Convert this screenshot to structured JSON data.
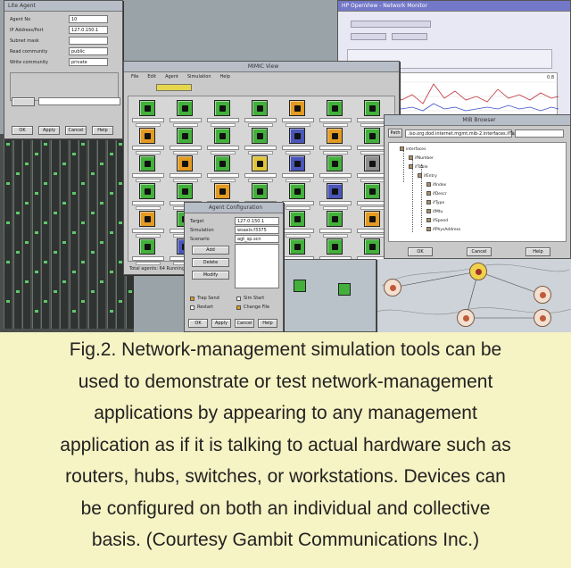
{
  "windows": {
    "agent": {
      "title": "Lite Agent",
      "fields": [
        {
          "label": "Agent No",
          "value": "10"
        },
        {
          "label": "IP Address/Port",
          "value": "127.0.150.1"
        },
        {
          "label": "Subnet mask",
          "value": ""
        },
        {
          "label": "Read community",
          "value": "public"
        },
        {
          "label": "Write community",
          "value": "private"
        }
      ],
      "buttons": [
        "OK",
        "Apply",
        "Cancel",
        "Help"
      ]
    },
    "devices": {
      "title": "MIMIC View",
      "menu": [
        "File",
        "Edit",
        "Agent",
        "Simulation",
        "Help"
      ],
      "status": "Total agents: 64    Running agents"
    },
    "monitor": {
      "title": "HP OpenView - Network Monitor",
      "legend": "0.8"
    },
    "browser": {
      "title": "MIB Browser",
      "path_label": "Path",
      "path_value": ".iso.org.dod.internet.mgmt.mib-2.interfaces.ifTable",
      "tree_items": [
        "interfaces",
        "ifNumber",
        "ifTable",
        "ifEntry",
        "ifIndex",
        "ifDescr",
        "ifType",
        "ifMtu",
        "ifSpeed",
        "ifPhysAddress"
      ],
      "buttons": [
        "OK",
        "Cancel",
        "Help"
      ]
    },
    "config": {
      "title": "Agent Configuration",
      "fields": [
        {
          "label": "Target",
          "value": "127.0.150.1"
        },
        {
          "label": "Simulation",
          "value": "wsaxis.f3375"
        },
        {
          "label": "Scenario",
          "value": "agt_sp.scn"
        }
      ],
      "side_buttons": [
        "Add",
        "Delete",
        "Modify"
      ],
      "options": [
        "Trap Send",
        "Sim Start",
        "Restart",
        "Change File"
      ],
      "buttons": [
        "OK",
        "Apply",
        "Cancel",
        "Help"
      ]
    }
  },
  "caption_lines": [
    "Fig.2. Network-management simulation tools can be",
    "used  to demonstrate or test network-management",
    "applications by appearing to any management",
    "application as if it is talking to actual hardware such as",
    "routers, hubs, switches, or workstations. Devices can",
    "be configured on both an individual and collective",
    "basis. (Courtesy Gambit Communications Inc.)"
  ],
  "colors": {
    "caption_bg": "#f6f3c4",
    "device_green": "#43b03b",
    "device_orange": "#e39a22",
    "device_blue": "#4a56b8"
  }
}
